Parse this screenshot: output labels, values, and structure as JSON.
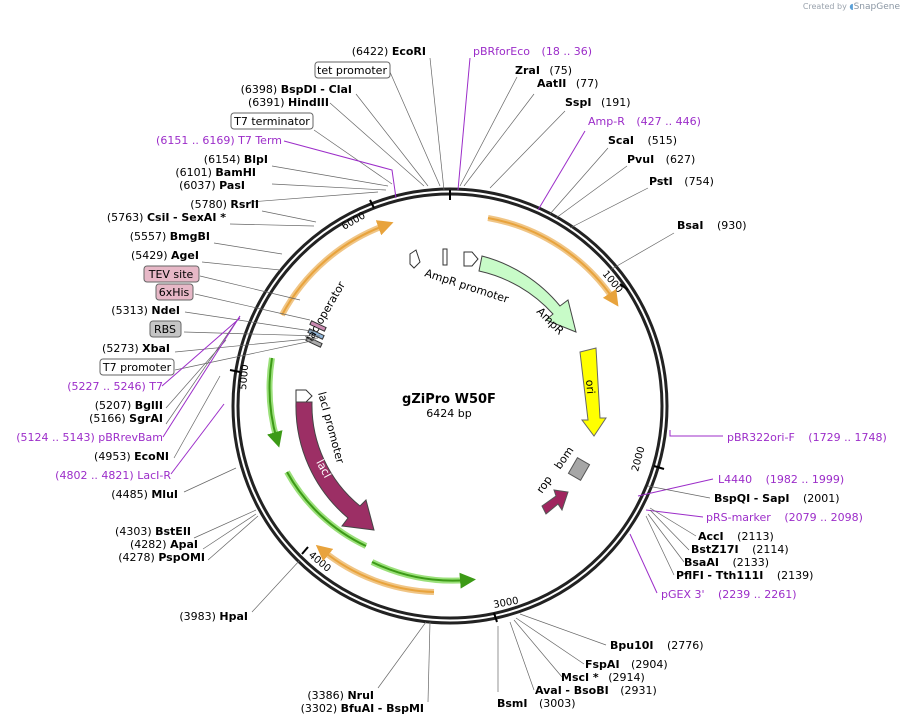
{
  "credit": {
    "prefix": "Created by",
    "brand": "SnapGene"
  },
  "plasmid": {
    "name": "gZiPro W50F",
    "length": "6424 bp"
  },
  "ticks": [
    "1000",
    "2000",
    "3000",
    "4000",
    "5000",
    "6000"
  ],
  "features": {
    "ampr_promoter": "AmpR promoter",
    "ampr": "AmpR",
    "ori": "ori",
    "rop": "rop",
    "bom": "bom",
    "laci_promoter": "lacI promoter",
    "laci": "lacI",
    "lac_operator": "lac operator"
  },
  "left_labels": [
    {
      "pos": "(6422)",
      "name": "EcoRI"
    },
    {
      "box": "tet promoter"
    },
    {
      "pos": "(6398)",
      "name": "BspDI",
      "extra": "- ClaI"
    },
    {
      "pos": "(6391)",
      "name": "HindIII"
    },
    {
      "box": "T7 terminator"
    },
    {
      "range": "(6151 .. 6169)",
      "pname": "T7 Term"
    },
    {
      "pos": "(6154)",
      "name": "BlpI"
    },
    {
      "pos": "(6101)",
      "name": "BamHI"
    },
    {
      "pos": "(6037)",
      "name": "PasI"
    },
    {
      "pos": "(5780)",
      "name": "RsrII"
    },
    {
      "pos": "(5763)",
      "name": "CsiI",
      "extra": "- SexAI *"
    },
    {
      "pos": "(5557)",
      "name": "BmgBI"
    },
    {
      "pos": "(5429)",
      "name": "AgeI"
    },
    {
      "box": "TEV site"
    },
    {
      "box": "6xHis"
    },
    {
      "pos": "(5313)",
      "name": "NdeI"
    },
    {
      "box": "RBS"
    },
    {
      "pos": "(5273)",
      "name": "XbaI"
    },
    {
      "box": "T7 promoter"
    },
    {
      "range": "(5227 .. 5246)",
      "pname": "T7"
    },
    {
      "pos": "(5207)",
      "name": "BglII"
    },
    {
      "pos": "(5166)",
      "name": "SgrAI"
    },
    {
      "range": "(5124 .. 5143)",
      "pname": "pBRrevBam"
    },
    {
      "pos": "(4953)",
      "name": "EcoNI"
    },
    {
      "range": "(4802 .. 4821)",
      "pname": "LacI-R"
    },
    {
      "pos": "(4485)",
      "name": "MluI"
    },
    {
      "pos": "(4303)",
      "name": "BstEII"
    },
    {
      "pos": "(4282)",
      "name": "ApaI"
    },
    {
      "pos": "(4278)",
      "name": "PspOMI"
    },
    {
      "pos": "(3983)",
      "name": "HpaI"
    },
    {
      "pos": "(3386)",
      "name": "NruI"
    },
    {
      "pos": "(3302)",
      "name": "BfuAI",
      "extra": "- BspMI"
    }
  ],
  "right_labels": [
    {
      "pname": "pBRforEco",
      "range": "(18 .. 36)"
    },
    {
      "name": "ZraI",
      "pos": "(75)"
    },
    {
      "name": "AatII",
      "pos": "(77)"
    },
    {
      "name": "SspI",
      "pos": "(191)"
    },
    {
      "pname": "Amp-R",
      "range": "(427 .. 446)"
    },
    {
      "name": "ScaI",
      "pos": "(515)"
    },
    {
      "name": "PvuI",
      "pos": "(627)"
    },
    {
      "name": "PstI",
      "pos": "(754)"
    },
    {
      "name": "BsaI",
      "pos": "(930)"
    },
    {
      "pname": "pBR322ori-F",
      "range": "(1729 .. 1748)"
    },
    {
      "pname": "L4440",
      "range": "(1982 .. 1999)"
    },
    {
      "name": "BspQI",
      "extra": "- SapI",
      "pos": "(2001)"
    },
    {
      "pname": "pRS-marker",
      "range": "(2079 .. 2098)"
    },
    {
      "name": "AccI",
      "pos": "(2113)"
    },
    {
      "name": "BstZ17I",
      "pos": "(2114)"
    },
    {
      "name": "BsaAI",
      "pos": "(2133)"
    },
    {
      "name": "PflFI",
      "extra": "- Tth111I",
      "pos": "(2139)"
    },
    {
      "pname": "pGEX 3'",
      "range": "(2239 .. 2261)"
    },
    {
      "name": "Bpu10I",
      "pos": "(2776)"
    },
    {
      "name": "FspAI",
      "pos": "(2904)"
    },
    {
      "name": "MscI *",
      "pos": "(2914)"
    },
    {
      "name": "AvaI",
      "extra": "- BsoBI",
      "pos": "(2931)"
    },
    {
      "name": "BsmI",
      "pos": "(3003)"
    }
  ]
}
